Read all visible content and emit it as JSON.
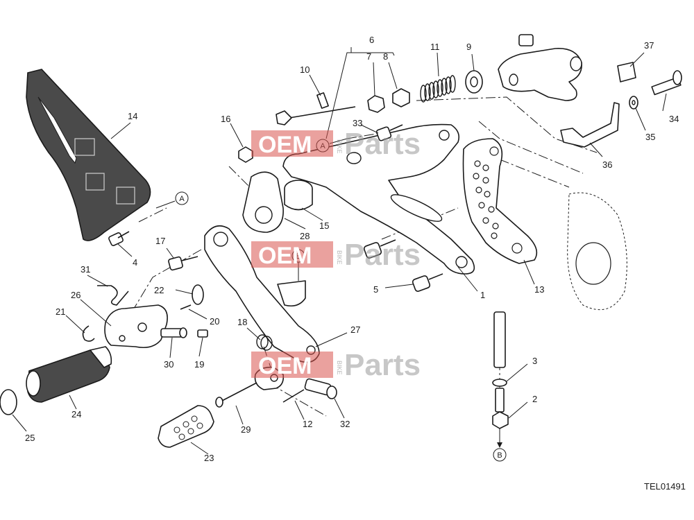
{
  "diagram": {
    "drawing_code": "TEL01491",
    "callouts": [
      "1",
      "2",
      "3",
      "4",
      "5",
      "6",
      "7",
      "8",
      "9",
      "10",
      "11",
      "12",
      "13",
      "14",
      "15",
      "16",
      "17",
      "18",
      "19",
      "20",
      "21",
      "22",
      "23",
      "24",
      "25",
      "26",
      "27",
      "28",
      "29",
      "30",
      "31",
      "32",
      "33",
      "34",
      "35",
      "36",
      "37"
    ],
    "references": [
      "A",
      "B"
    ],
    "watermark": {
      "brand": "OEM",
      "side": "BIKE",
      "suffix": "Parts"
    }
  }
}
